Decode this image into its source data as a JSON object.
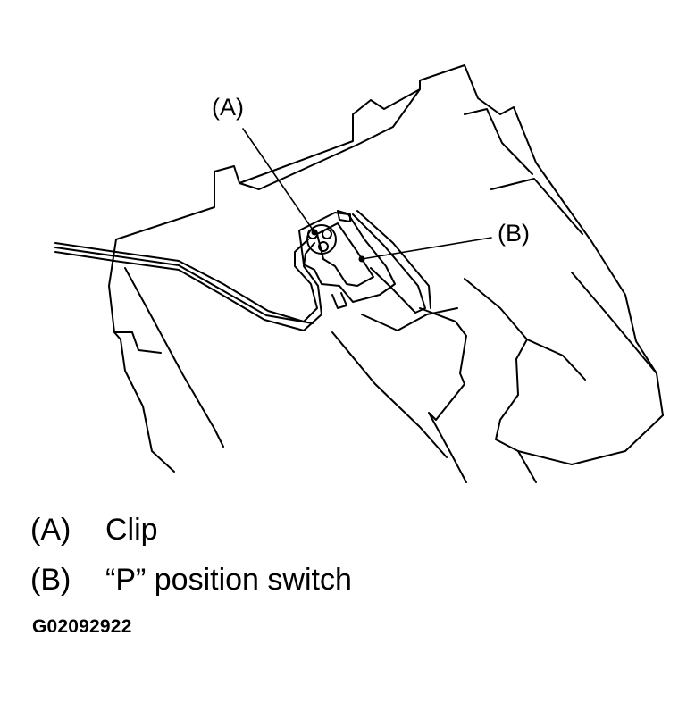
{
  "figure": {
    "callouts": [
      {
        "key": "A",
        "text": "(A)"
      },
      {
        "key": "B",
        "text": "(B)"
      }
    ]
  },
  "legend": [
    {
      "key": "(A)",
      "label": "Clip"
    },
    {
      "key": "(B)",
      "label": "“P” position switch"
    }
  ],
  "figure_code": "G02092922",
  "colors": {
    "ink": "#000000",
    "paper": "#ffffff"
  }
}
